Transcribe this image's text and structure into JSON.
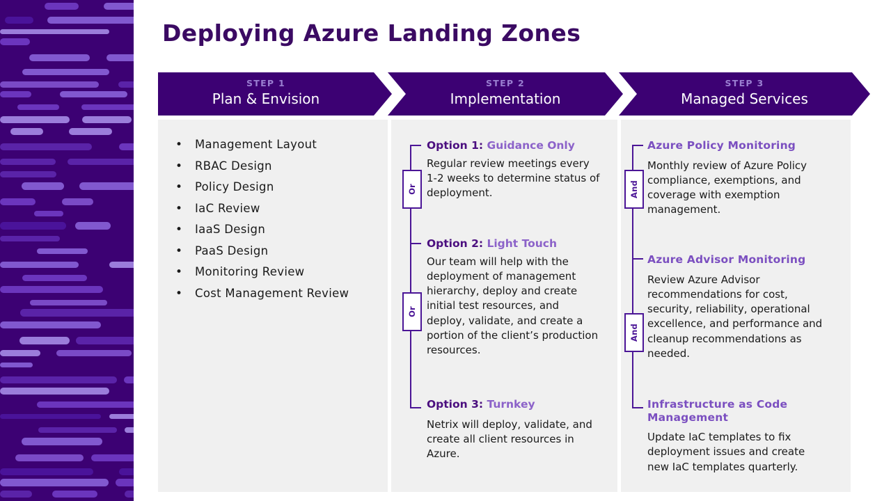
{
  "page": {
    "title": "Deploying Azure Landing Zones",
    "colors": {
      "deep_purple": "#3c0173",
      "title_purple": "#3b0a63",
      "accent_purple": "#4b1596",
      "light_purple": "#8c62c9",
      "kicker_purple": "#9a7fd1",
      "panel_gray": "#f0f0f0"
    }
  },
  "banner": {
    "steps": [
      {
        "kicker": "STEP 1",
        "title": "Plan & Envision"
      },
      {
        "kicker": "STEP 2",
        "title": "Implementation"
      },
      {
        "kicker": "STEP 3",
        "title": "Managed Services"
      }
    ]
  },
  "column1": {
    "bullet_char": "•",
    "items": [
      "Management Layout",
      "RBAC Design",
      "Policy Design",
      "IaC Review",
      "IaaS Design",
      "PaaS Design",
      "Monitoring Review",
      "Cost Management Review"
    ]
  },
  "column2": {
    "connector_label": "Or",
    "groups": [
      {
        "lead": "Option 1:",
        "sub": "Guidance Only",
        "body": "Regular review meetings every 1-2 weeks to determine status of deployment."
      },
      {
        "lead": "Option 2:",
        "sub": "Light Touch",
        "body": "Our team will help with the deployment of management hierarchy, deploy and create initial test resources, and deploy, validate, and create a portion of the client’s production resources."
      },
      {
        "lead": "Option 3:",
        "sub": "Turnkey",
        "body": "Netrix will deploy, validate, and create all client resources in Azure."
      }
    ]
  },
  "column3": {
    "connector_label": "And",
    "groups": [
      {
        "heading": "Azure Policy Monitoring",
        "body": "Monthly review of Azure Policy compliance, exemptions, and coverage with exemption management."
      },
      {
        "heading": "Azure Advisor Monitoring",
        "body": "Review Azure Advisor recommendations for cost, security, reliability, operational excellence, and performance and cleanup recommendations as needed."
      },
      {
        "heading": "Infrastructure as Code Management",
        "body": "Update IaC templates to fix deployment issues and create new IaC templates quarterly."
      }
    ]
  }
}
